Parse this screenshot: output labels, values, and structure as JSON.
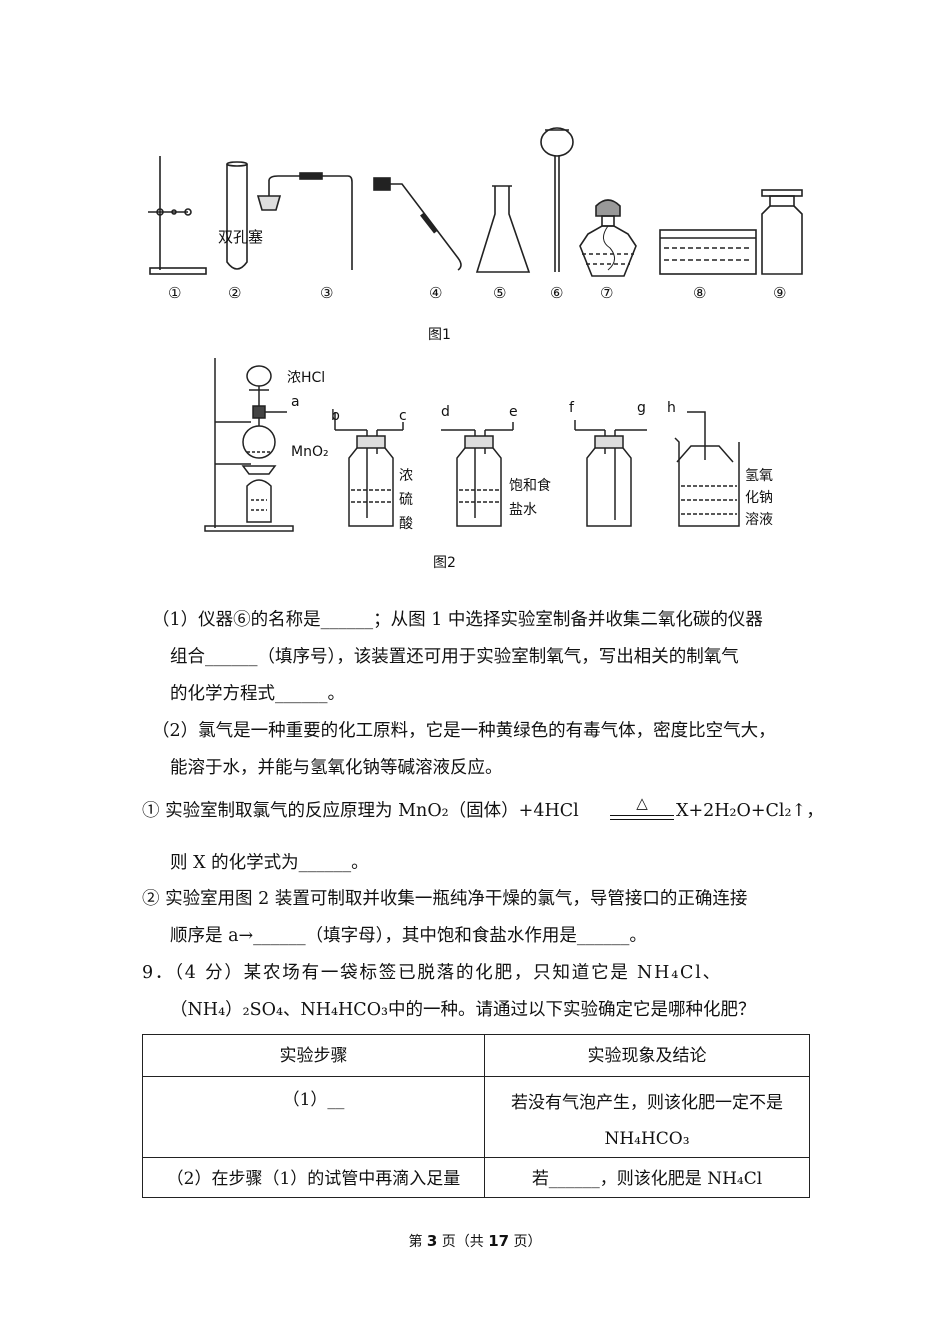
{
  "figure1": {
    "labels": [
      "①",
      "②",
      "③",
      "④",
      "⑤",
      "⑥",
      "⑦",
      "⑧",
      "⑨"
    ],
    "stopper_label": "双孔塞",
    "caption": "图1"
  },
  "figure2": {
    "labels": {
      "hcl": "浓HCl",
      "a": "a",
      "mno2": "MnO₂",
      "b": "b",
      "c": "c",
      "d": "d",
      "e": "e",
      "f": "f",
      "g": "g",
      "h": "h",
      "acid": [
        "浓",
        "硫",
        "酸"
      ],
      "brine": [
        "饱和食",
        "盐水"
      ],
      "naoh": [
        "氢氧",
        "化钠",
        "溶液"
      ]
    },
    "caption": "图2"
  },
  "text": {
    "q1_line1": "（1）仪器⑥的名称是______；从图 1 中选择实验室制备并收集二氧化碳的仪器",
    "q1_line2": "组合______（填序号），该装置还可用于实验室制氧气，写出相关的制氧气",
    "q1_line3": "的化学方程式______。",
    "q2_line1": "（2）氯气是一种重要的化工原料，它是一种黄绿色的有毒气体，密度比空气大，",
    "q2_line2": "能溶于水，并能与氢氧化钠等碱溶液反应。",
    "s1_left": "① 实验室制取氯气的反应原理为 MnO₂（固体）+4HCl",
    "s1_cond": "△",
    "s1_right": "X+2H₂O+Cl₂↑，",
    "s1_line2": "则 X 的化学式为______。",
    "s2_line1": "② 实验室用图 2 装置可制取并收集一瓶纯净干燥的氯气，导管接口的正确连接",
    "s2_line2": "顺序是 a→______（填字母），其中饱和食盐水作用是______。",
    "q9_line1": "9．（4 分）某农场有一袋标签已脱落的化肥，只知道它是 NH₄Cl、",
    "q9_line2": "（NH₄）₂SO₄、NH₄HCO₃中的一种。请通过以下实验确定它是哪种化肥？"
  },
  "table": {
    "headers": [
      "实验步骤",
      "实验现象及结论"
    ],
    "row1_step": "（1）__",
    "row1_result_line1": "若没有气泡产生，则该化肥一定不是",
    "row1_result_line2": "NH₄HCO₃",
    "row2_step": "（2）在步骤（1）的试管中再滴入足量",
    "row2_result": "若______，则该化肥是 NH₄Cl"
  },
  "footer": {
    "prefix": "第 ",
    "page": "3",
    "middle": " 页（共 ",
    "total": "17",
    "suffix": " 页）"
  }
}
